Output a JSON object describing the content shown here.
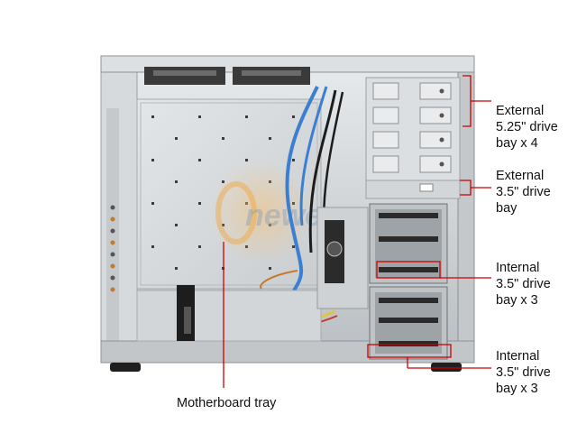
{
  "callouts": {
    "external_525": [
      "External",
      "5.25\" drive",
      "bay x 4"
    ],
    "external_35": [
      "External",
      "3.5\" drive",
      "bay"
    ],
    "internal_35_upper": [
      "Internal",
      "3.5\" drive",
      "bay x 3"
    ],
    "internal_35_lower": [
      "Internal",
      "3.5\" drive",
      "bay x 3"
    ],
    "motherboard_tray": "Motherboard tray"
  },
  "watermark": "newegg",
  "colors": {
    "callout_line": "#cc0000",
    "chassis": "#cfd3d6",
    "tray": "#d9dcdf",
    "cable_blue": "#3b7fd0",
    "cable_black": "#1c1c1c"
  }
}
